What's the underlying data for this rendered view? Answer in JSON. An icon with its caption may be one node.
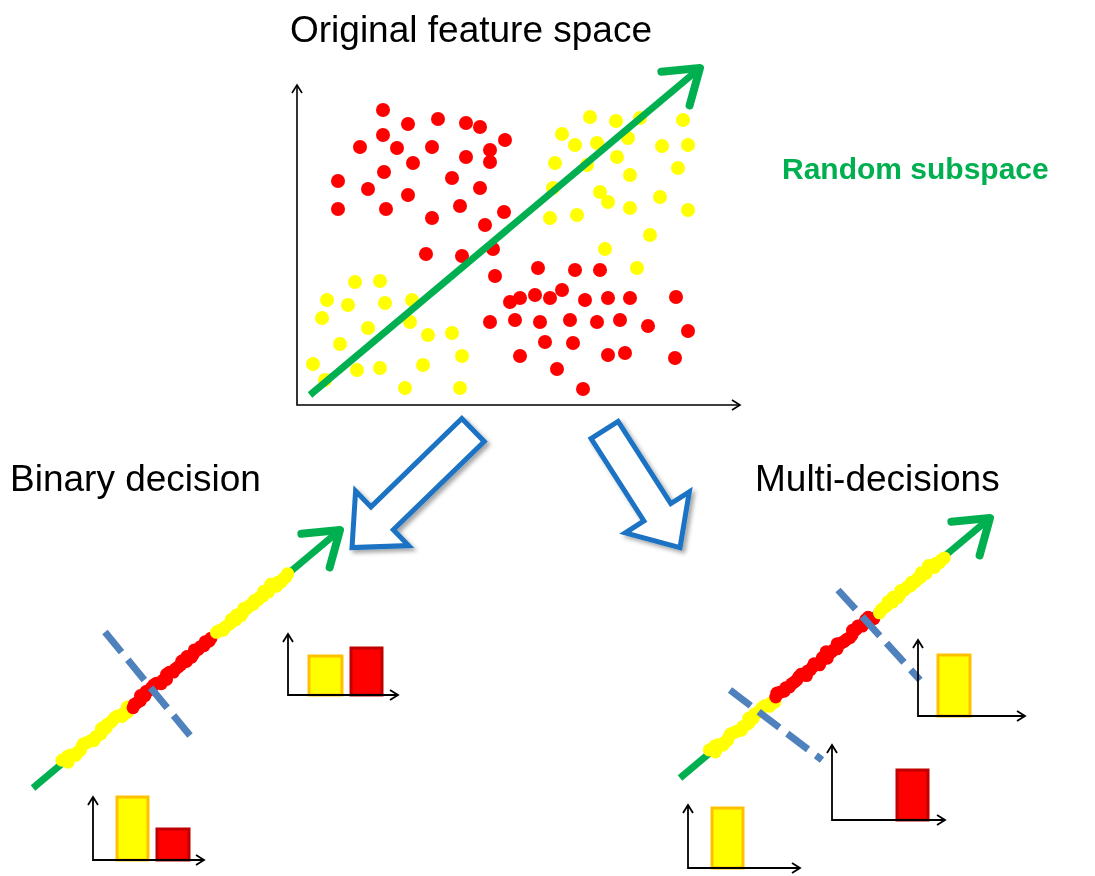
{
  "diagram": {
    "nodes": [
      {
        "text": [
          "Original feature space"
        ]
      },
      {
        "text": [
          "Binary decision"
        ]
      },
      {
        "text": [
          "Multi-decisions"
        ]
      }
    ],
    "edges": [
      {
        "from": 0,
        "to": 1,
        "arrow": "to"
      },
      {
        "from": 0,
        "to": 2,
        "arrow": "to"
      }
    ],
    "labels": [
      "Random subspace"
    ]
  }
}
